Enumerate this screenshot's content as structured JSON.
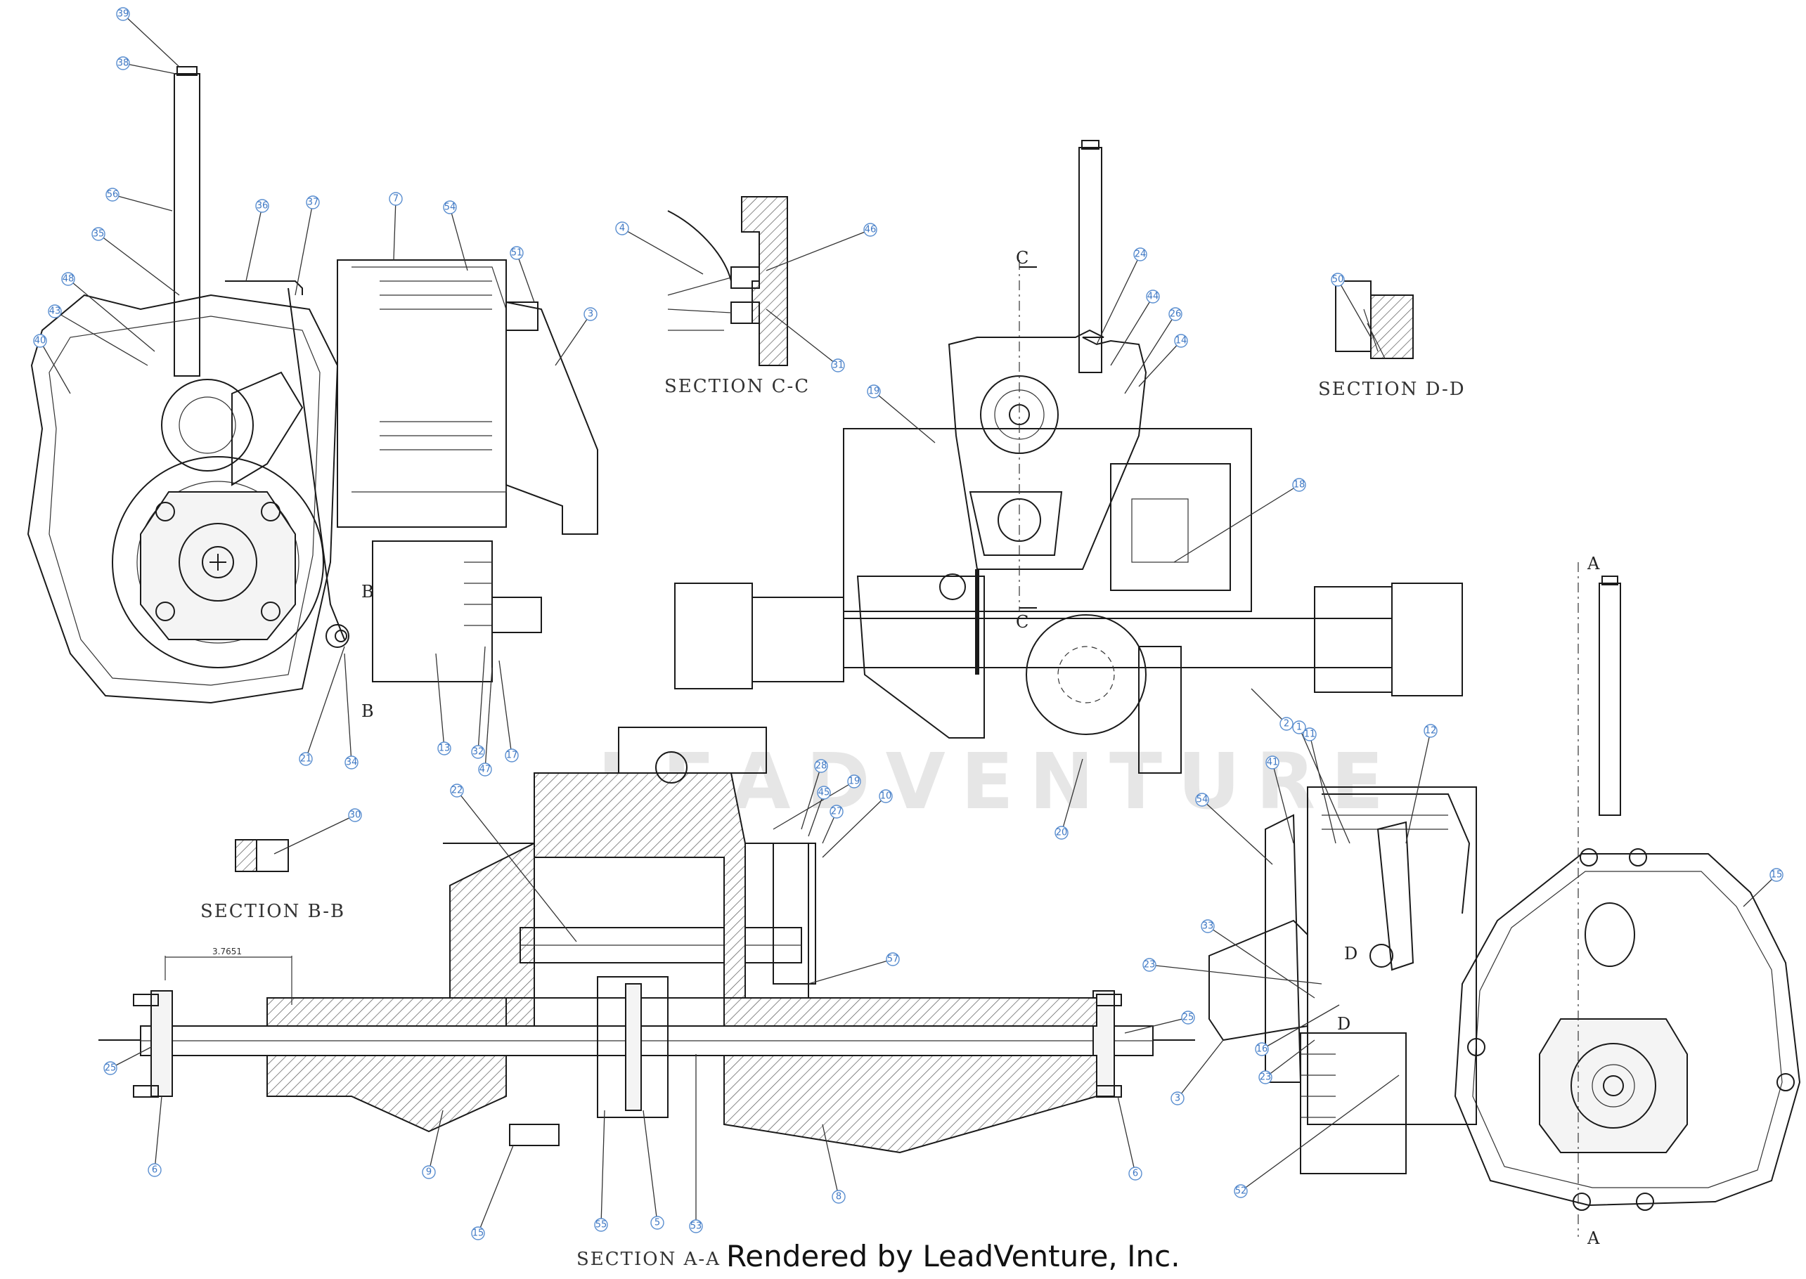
{
  "watermark_text": "LEADVENTURE",
  "credit": "Rendered by LeadVenture, Inc.",
  "section_labels": {
    "cc": "SECTION C-C",
    "dd": "SECTION D-D",
    "bb": "SECTION B-B",
    "aa": "SECTION A-A"
  },
  "dimension_text": "3.7651",
  "markers": [
    "A",
    "A",
    "B",
    "B",
    "C",
    "C",
    "D",
    "D"
  ],
  "callouts": [
    "39",
    "38",
    "56",
    "36",
    "37",
    "7",
    "54",
    "51",
    "3",
    "35",
    "48",
    "43",
    "40",
    "4",
    "46",
    "31",
    "24",
    "44",
    "26",
    "14",
    "19",
    "50",
    "18",
    "2",
    "20",
    "19",
    "28",
    "45",
    "27",
    "10",
    "30",
    "22",
    "21",
    "34",
    "13",
    "32",
    "47",
    "17",
    "1",
    "11",
    "41",
    "12",
    "54",
    "33",
    "23",
    "16",
    "23",
    "3",
    "15",
    "57",
    "25",
    "25",
    "6",
    "6",
    "9",
    "15",
    "55",
    "5",
    "53",
    "8",
    "52"
  ],
  "colors": {
    "callout": "#3f78c4",
    "line": "#1a1a1a",
    "watermark": "#e6e6e6"
  }
}
